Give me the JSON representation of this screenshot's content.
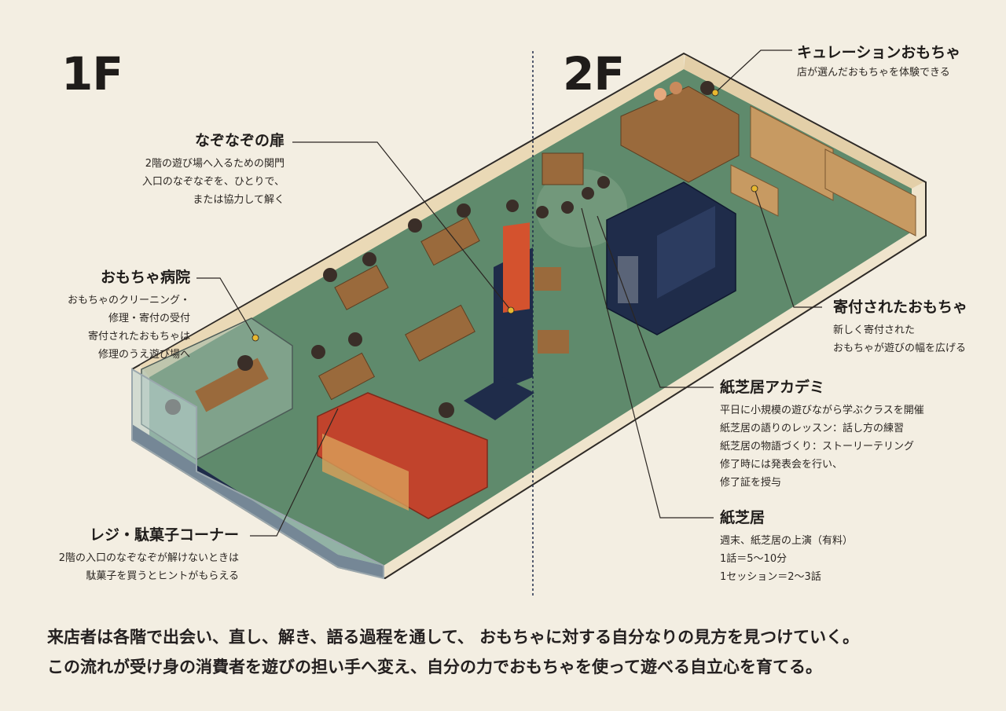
{
  "floors": {
    "first": "1F",
    "second": "2F"
  },
  "callouts": {
    "nazonazo_door": {
      "title": "なぞなぞの扉",
      "lines": [
        "2階の遊び場へ入るための関門",
        "入口のなぞなぞを、ひとりで、",
        "または協力して解く"
      ]
    },
    "toy_hospital": {
      "title": "おもちゃ病院",
      "lines": [
        "おもちゃのクリーニング・",
        "修理・寄付の受付",
        "寄付されたおもちゃは",
        "修理のうえ遊び場へ"
      ]
    },
    "register_corner": {
      "title": "レジ・駄菓子コーナー",
      "lines": [
        "2階の入口のなぞなぞが解けないときは",
        "駄菓子を買うとヒントがもらえる"
      ]
    },
    "curation_toys": {
      "title": "キュレーションおもちゃ",
      "lines": [
        "店が選んだおもちゃを体験できる"
      ]
    },
    "donated_toys": {
      "title": "寄付されたおもちゃ",
      "lines": [
        "新しく寄付された",
        "おもちゃが遊びの幅を広げる"
      ]
    },
    "kamishibai_academy": {
      "title": "紙芝居アカデミ",
      "lines": [
        "平日に小規模の遊びながら学ぶクラスを開催",
        "紙芝居の語りのレッスン：話し方の練習",
        "紙芝居の物語づくり：ストーリーテリング",
        "修了時には発表会を行い、",
        "修了証を授与"
      ]
    },
    "kamishibai": {
      "title": "紙芝居",
      "lines": [
        "週末、紙芝居の上演（有料）",
        "1話＝5〜10分",
        "1セッション＝2〜3話"
      ]
    }
  },
  "footer": {
    "line1": "来店者は各階で出会い、直し、解き、語る過程を通して、 おもちゃに対する自分なりの見方を見つけていく。",
    "line2": "この流れが受け身の消費者を遊びの担い手へ変え、自分の力でおもちゃを使って遊べる自立心を育てる。"
  },
  "colors": {
    "background": "#f3eee2",
    "floor_green": "#5f8a6c",
    "wall_cream": "#f0e3c8",
    "navy": "#1f2c4a",
    "counter_red": "#c1432c",
    "wood": "#9a6a3c",
    "door_orange": "#d4522e"
  }
}
